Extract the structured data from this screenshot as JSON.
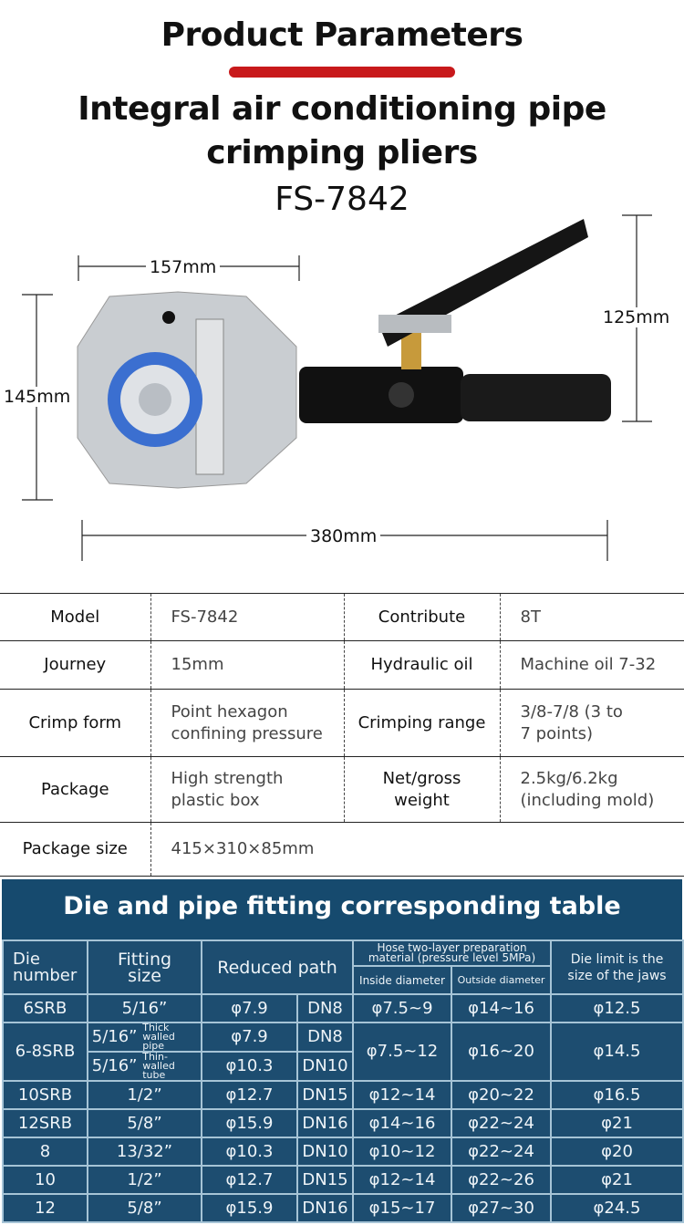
{
  "header": {
    "title": "Product Parameters",
    "subtitle": "Integral air conditioning pipe crimping pliers",
    "model": "FS-7842"
  },
  "dimensions": {
    "head_width": "157mm",
    "head_height": "145mm",
    "handle_height": "125mm",
    "total_length": "380mm"
  },
  "specs": [
    [
      {
        "k": "Model",
        "v": "FS-7842"
      },
      {
        "k": "Contribute",
        "v": "8T"
      }
    ],
    [
      {
        "k": "Journey",
        "v": "15mm"
      },
      {
        "k": "Hydraulic oil",
        "v": "Machine oil 7-32"
      }
    ],
    [
      {
        "k": "Crimp form",
        "v": "Point hexagon confining pressure"
      },
      {
        "k": "Crimping range",
        "v": "3/8-7/8 (3 to 7 points)"
      }
    ],
    [
      {
        "k": "Package",
        "v": "High strength plastic box"
      },
      {
        "k": "Net/gross weight",
        "v": "2.5kg/6.2kg (including mold)"
      }
    ],
    [
      {
        "k": "Package size",
        "v": "415×310×85mm"
      }
    ]
  ],
  "die_table": {
    "title": "Die and pipe fitting corresponding table",
    "headers": {
      "die": "Die number",
      "fitting": "Fitting size",
      "reduced": "Reduced path",
      "hose": "Hose two-layer preparation material (pressure level 5MPa)",
      "inside": "Inside diameter",
      "outside": "Outside diameter",
      "limit": "Die limit is the size of the jaws"
    },
    "row_6srb": [
      "6SRB",
      "5/16”",
      "φ7.9",
      "DN8",
      "φ7.5~9",
      "φ14~16",
      "φ12.5"
    ],
    "row_68srb": {
      "die": "6-8SRB",
      "fit1": "5/16”",
      "note1": "Thick walled pipe",
      "r1": "φ7.9",
      "dn1": "DN8",
      "fit2": "5/16”",
      "note2": "Thin-walled tube",
      "r2": "φ10.3",
      "dn2": "DN10",
      "inside": "φ7.5~12",
      "outside": "φ16~20",
      "limit": "φ14.5"
    },
    "rows": [
      [
        "10SRB",
        "1/2”",
        "φ12.7",
        "DN15",
        "φ12~14",
        "φ20~22",
        "φ16.5"
      ],
      [
        "12SRB",
        "5/8”",
        "φ15.9",
        "DN16",
        "φ14~16",
        "φ22~24",
        "φ21"
      ],
      [
        "8",
        "13/32”",
        "φ10.3",
        "DN10",
        "φ10~12",
        "φ22~24",
        "φ20"
      ],
      [
        "10",
        "1/2”",
        "φ12.7",
        "DN15",
        "φ12~14",
        "φ22~26",
        "φ21"
      ],
      [
        "12",
        "5/8”",
        "φ15.9",
        "DN16",
        "φ15~17",
        "φ27~30",
        "φ24.5"
      ]
    ]
  }
}
